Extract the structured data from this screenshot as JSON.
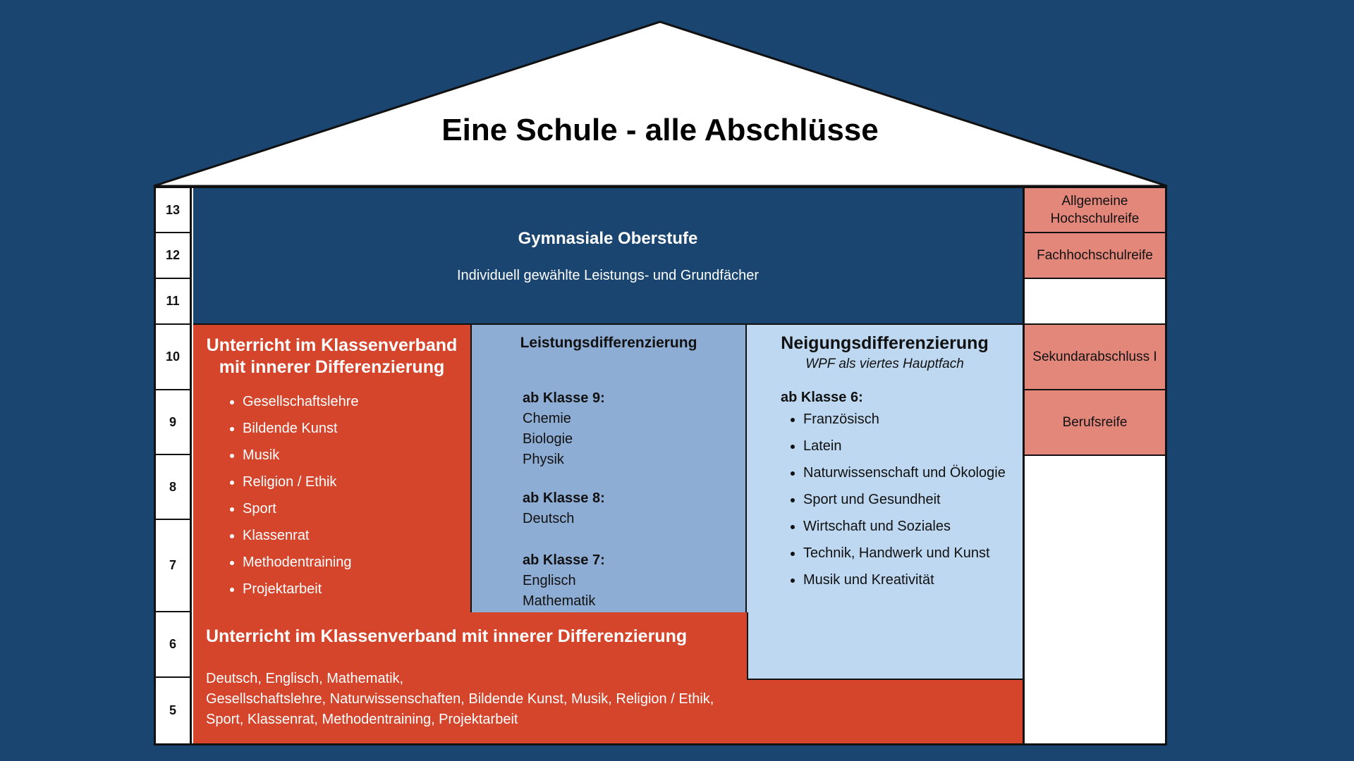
{
  "title": "Eine Schule - alle Abschlüsse",
  "grades": [
    "13",
    "12",
    "11",
    "10",
    "9",
    "8",
    "7",
    "6",
    "5"
  ],
  "oberstufe": {
    "title": "Gymnasiale Oberstufe",
    "subtitle": "Individuell gewählte Leistungs- und Grundfächer"
  },
  "klassenverband_upper": {
    "title_line1": "Unterricht im Klassenverband",
    "title_line2": "mit innerer Differenzierung",
    "items": [
      "Gesellschaftslehre",
      "Bildende Kunst",
      "Musik",
      "Religion / Ethik",
      "Sport",
      "Klassenrat",
      "Methodentraining",
      "Projektarbeit"
    ]
  },
  "leistungsdifferenzierung": {
    "title": "Leistungsdifferenzierung",
    "groups": [
      {
        "heading": "ab Klasse 9:",
        "subjects": [
          "Chemie",
          "Biologie",
          "Physik"
        ]
      },
      {
        "heading": "ab Klasse 8:",
        "subjects": [
          "Deutsch"
        ]
      },
      {
        "heading": "ab Klasse 7:",
        "subjects": [
          "Englisch",
          "Mathematik"
        ]
      }
    ]
  },
  "neigungsdifferenzierung": {
    "title": "Neigungsdifferenzierung",
    "subtitle": "WPF als viertes Hauptfach",
    "heading": "ab Klasse 6:",
    "items": [
      "Französisch",
      "Latein",
      "Naturwissenschaft und Ökologie",
      "Sport und Gesundheit",
      "Wirtschaft und Soziales",
      "Technik, Handwerk und Kunst",
      "Musik und Kreativität"
    ]
  },
  "klassenverband_lower": {
    "title": "Unterricht im Klassenverband mit innerer Differenzierung",
    "line1": "Deutsch, Englisch, Mathematik,",
    "line2": "Gesellschaftslehre, Naturwissenschaften, Bildende Kunst, Musik, Religion / Ethik,",
    "line3": "Sport, Klassenrat, Methodentraining, Projektarbeit"
  },
  "degrees": {
    "abitur_line1": "Allgemeine",
    "abitur_line2": "Hochschulreife",
    "fachhochschulreife": "Fachhochschulreife",
    "sekundarabschluss": "Sekundarabschluss I",
    "berufsreife": "Berufsreife"
  },
  "colors": {
    "background": "#1a4570",
    "red": "#d4452c",
    "mid_blue": "#8eadd4",
    "light_blue": "#bdd8f0",
    "salmon": "#e3877b"
  }
}
